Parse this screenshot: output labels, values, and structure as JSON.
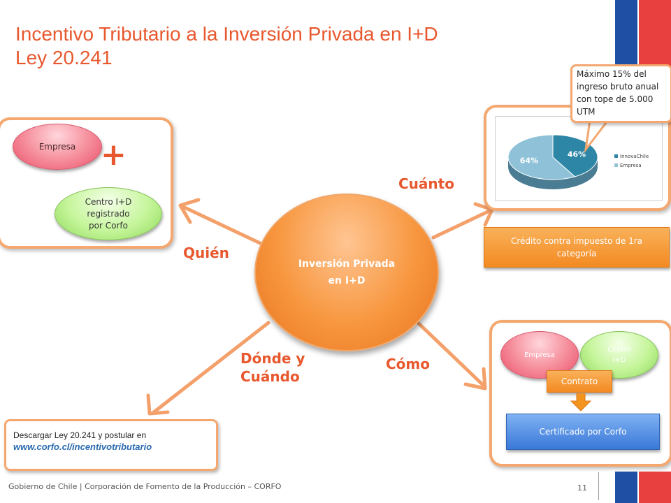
{
  "title": {
    "line1": "Incentivo Tributario a la Inversión Privada en I+D",
    "line2": "Ley 20.241"
  },
  "center": {
    "line1": "Inversión Privada",
    "line2": "en I+D"
  },
  "labels": {
    "quien": "Quién",
    "cuanto": "Cuánto",
    "como": "Cómo",
    "donde_line1": "Dónde y",
    "donde_line2": "Cuándo"
  },
  "quien_panel": {
    "empresa": "Empresa",
    "plus": "+",
    "centro_line1": "Centro I+D",
    "centro_line2": "registrado",
    "centro_line3": "por Corfo"
  },
  "cuanto_panel": {
    "callout_line1": "Máximo  15% del",
    "callout_line2": "ingreso bruto anual",
    "callout_line3": "con tope de 5.000",
    "callout_line4": "UTM",
    "credit_text": "Crédito contra impuesto de 1ra categoría"
  },
  "chart_data": {
    "type": "pie",
    "categories": [
      "InnovaChile",
      "Empresa"
    ],
    "values": [
      46,
      64
    ],
    "data_labels": [
      "46%",
      "64%"
    ],
    "colors": [
      "#2e86a6",
      "#8fc2d8"
    ],
    "legend_position": "right"
  },
  "como_panel": {
    "empresa": "Empresa",
    "centro_line1": "Centro",
    "centro_line2": "I+D",
    "contrato": "Contrato",
    "certificado": "Certificado por Corfo"
  },
  "download": {
    "text": "Descargar Ley 20.241 y postular en",
    "link": "www.corfo.cl/incentivotributario"
  },
  "footer": {
    "text": "Gobierno de Chile | Corporación de Fomento de la Producción – CORFO",
    "page": "11"
  },
  "colors": {
    "accent": "#e8582e",
    "arrow": "#f4a06a",
    "flag_blue": "#1f4fa5",
    "flag_red": "#e8403e"
  }
}
